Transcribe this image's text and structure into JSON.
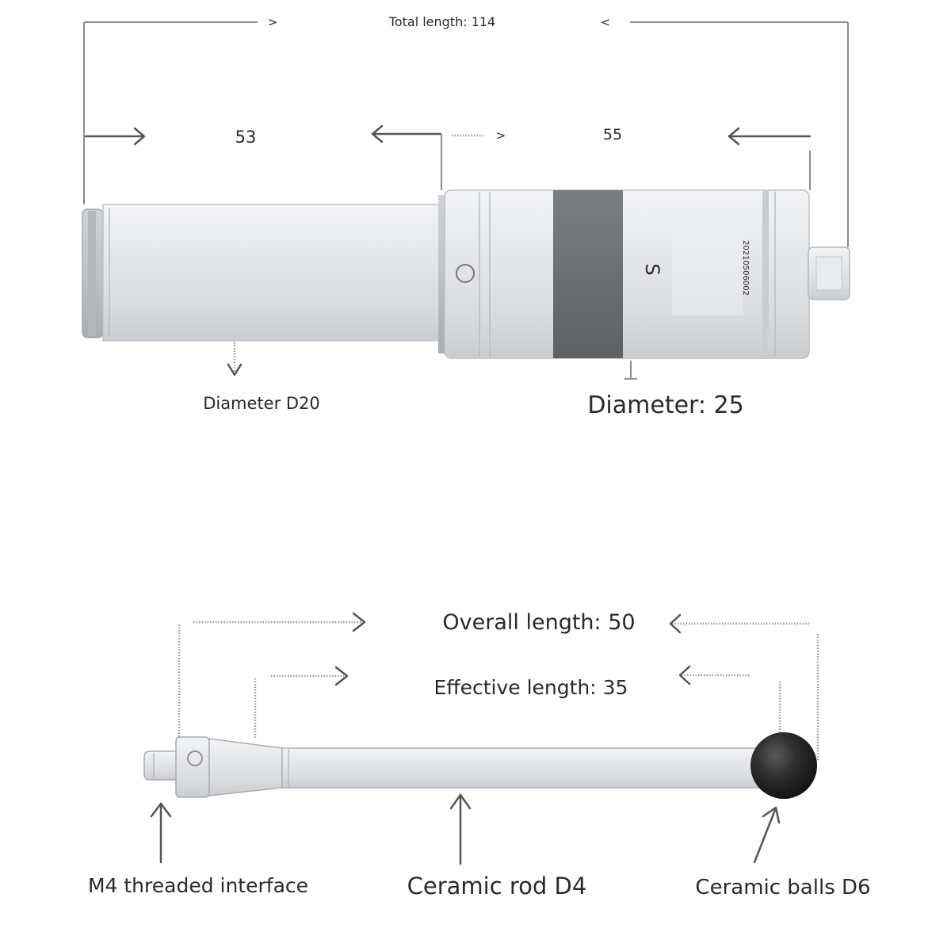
{
  "probe_body": {
    "total_length_label": "Total length: 114",
    "total_left_mark": ">",
    "total_right_mark": "<",
    "section_left_length": "53",
    "section_right_mark": ">",
    "section_right_length": "55",
    "diameter_left_label": "Diameter D20",
    "diameter_right_label": "Diameter: 25",
    "body_letter": "S",
    "serial_number": "20210506002"
  },
  "stylus": {
    "overall_length_label": "Overall length: 50",
    "effective_length_label": "Effective length: 35",
    "thread_label": "M4 threaded interface",
    "rod_label": "Ceramic rod D4",
    "ball_label": "Ceramic balls D6"
  },
  "colors": {
    "body_metal": "#e3e5e8",
    "dark_band": "#707274",
    "ball": "#2b2b2b",
    "text": "#2a2a2a"
  }
}
